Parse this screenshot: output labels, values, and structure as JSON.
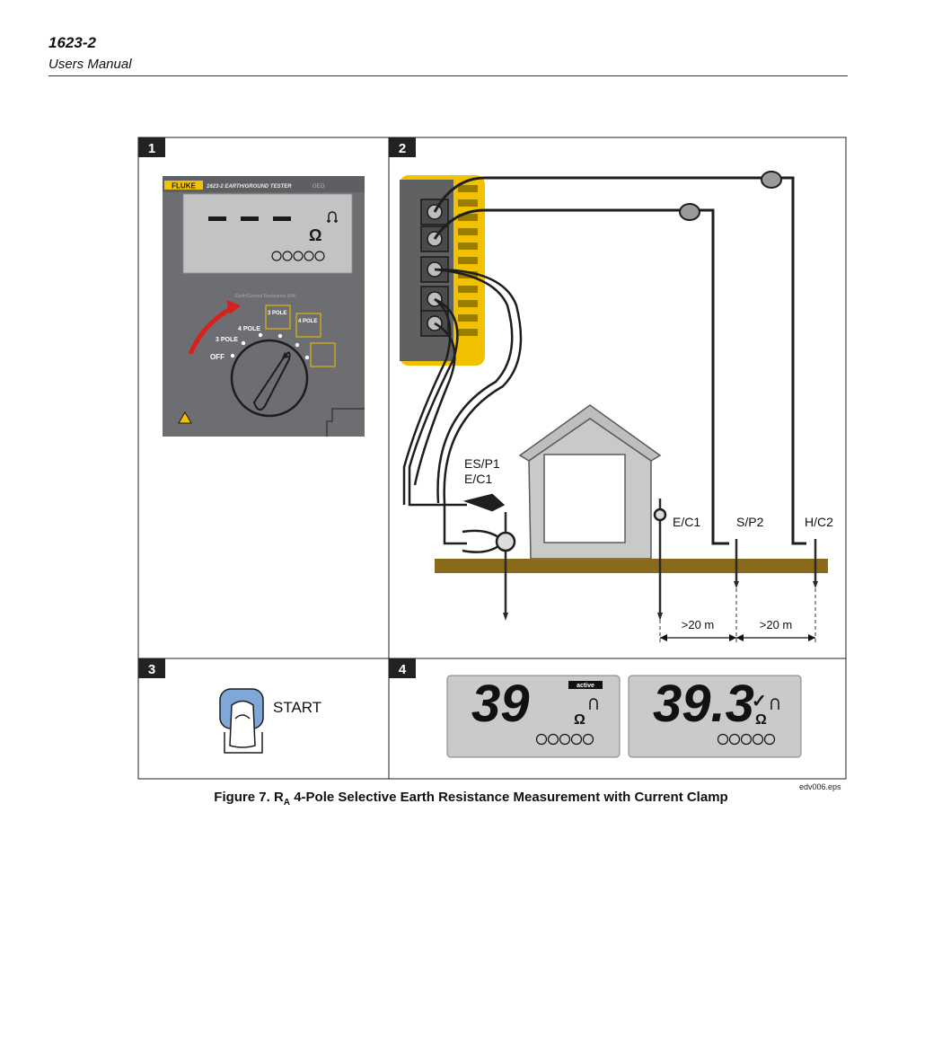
{
  "header": {
    "model": "1623-2",
    "doc": "Users Manual"
  },
  "panels": [
    {
      "number": "1"
    },
    {
      "number": "2"
    },
    {
      "number": "3"
    },
    {
      "number": "4"
    }
  ],
  "tester": {
    "brand": "FLUKE",
    "model_text": "1623-2 EARTH/GROUND TESTER",
    "model_suffix": "GEO",
    "display_dashes": "– – –",
    "ohm": "Ω",
    "dial_header": "Earth/Ground Resistance (RA)",
    "positions": {
      "off": "OFF",
      "three_pole": "3 POLE",
      "four_pole": "4 POLE",
      "three_pole_box": "3 POLE",
      "four_pole_box": "4 POLE"
    }
  },
  "diagram": {
    "labels": {
      "es_p1": "ES/P1",
      "e_c1_left": "E/C1",
      "e_c1_right": "E/C1",
      "s_p2": "S/P2",
      "h_c2": "H/C2"
    },
    "distances": [
      ">20 m",
      ">20 m"
    ],
    "colors": {
      "tester_yellow": "#f2c200",
      "ground": "#8b6a1c",
      "building": "#c9c9c9"
    }
  },
  "start_button": {
    "label": "START"
  },
  "displays": [
    {
      "reading": "39",
      "badge": "active",
      "ohm": "Ω"
    },
    {
      "reading": "39.3",
      "badge": "",
      "ohm": "Ω",
      "check": "✓"
    }
  ],
  "figure": {
    "source_file": "edv006.eps",
    "caption_prefix": "Figure 7. R",
    "caption_sub": "A",
    "caption_rest": " 4-Pole Selective Earth Resistance Measurement with Current Clamp"
  }
}
